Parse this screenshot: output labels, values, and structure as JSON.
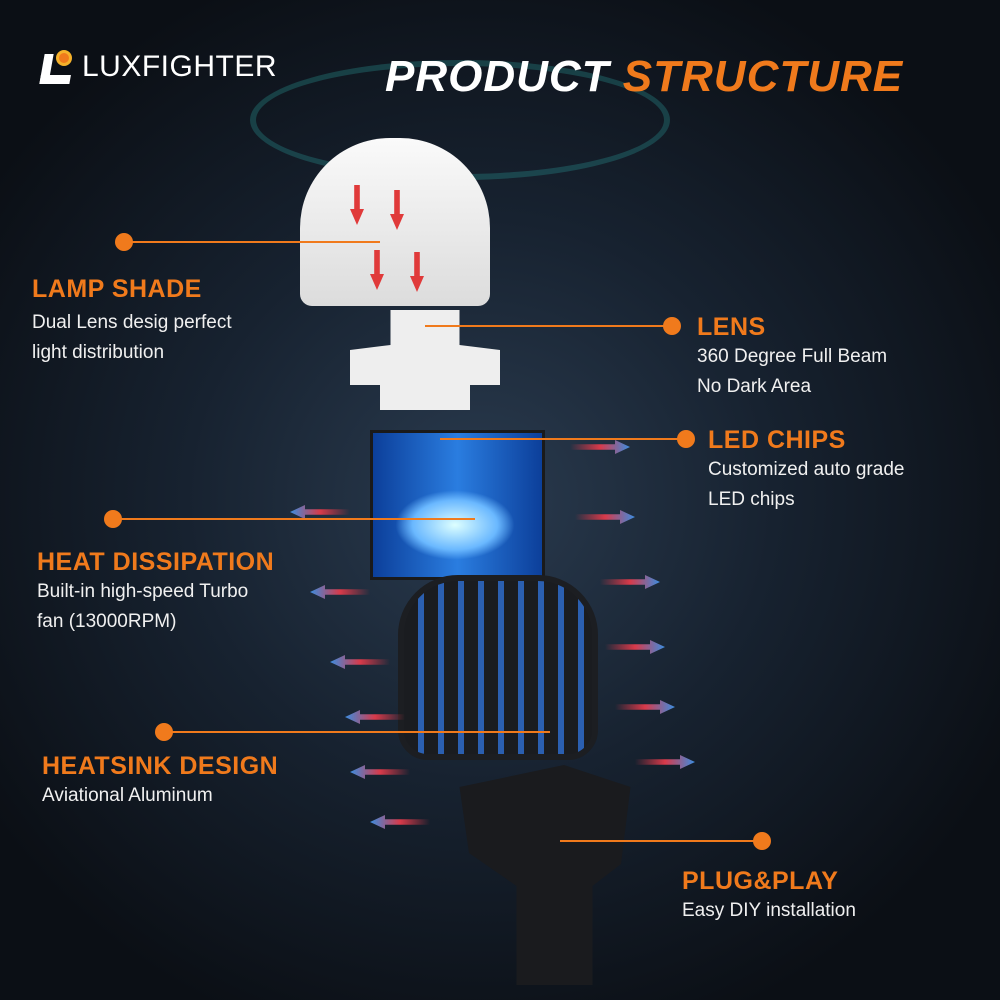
{
  "brand": {
    "name": "LUXFIGHTER"
  },
  "title": {
    "part1": "PRODUCT",
    "part2": "STRUCTURE"
  },
  "features": [
    {
      "title": "LAMP SHADE",
      "desc": [
        "Dual Lens desig perfect",
        "light distribution"
      ]
    },
    {
      "title": "LENS",
      "desc": [
        "360 Degree Full Beam",
        "No Dark Area"
      ]
    },
    {
      "title": "LED CHIPS",
      "desc": [
        "Customized auto grade",
        "LED chips"
      ]
    },
    {
      "title": "HEAT DISSIPATION",
      "desc": [
        "Built-in high-speed Turbo",
        "fan  (13000RPM)"
      ]
    },
    {
      "title": "HEATSINK DESIGN",
      "desc": [
        "Aviational Aluminum"
      ]
    },
    {
      "title": "PLUG&PLAY",
      "desc": [
        "Easy DIY installation"
      ]
    }
  ],
  "colors": {
    "accent": "#f07a1c"
  }
}
